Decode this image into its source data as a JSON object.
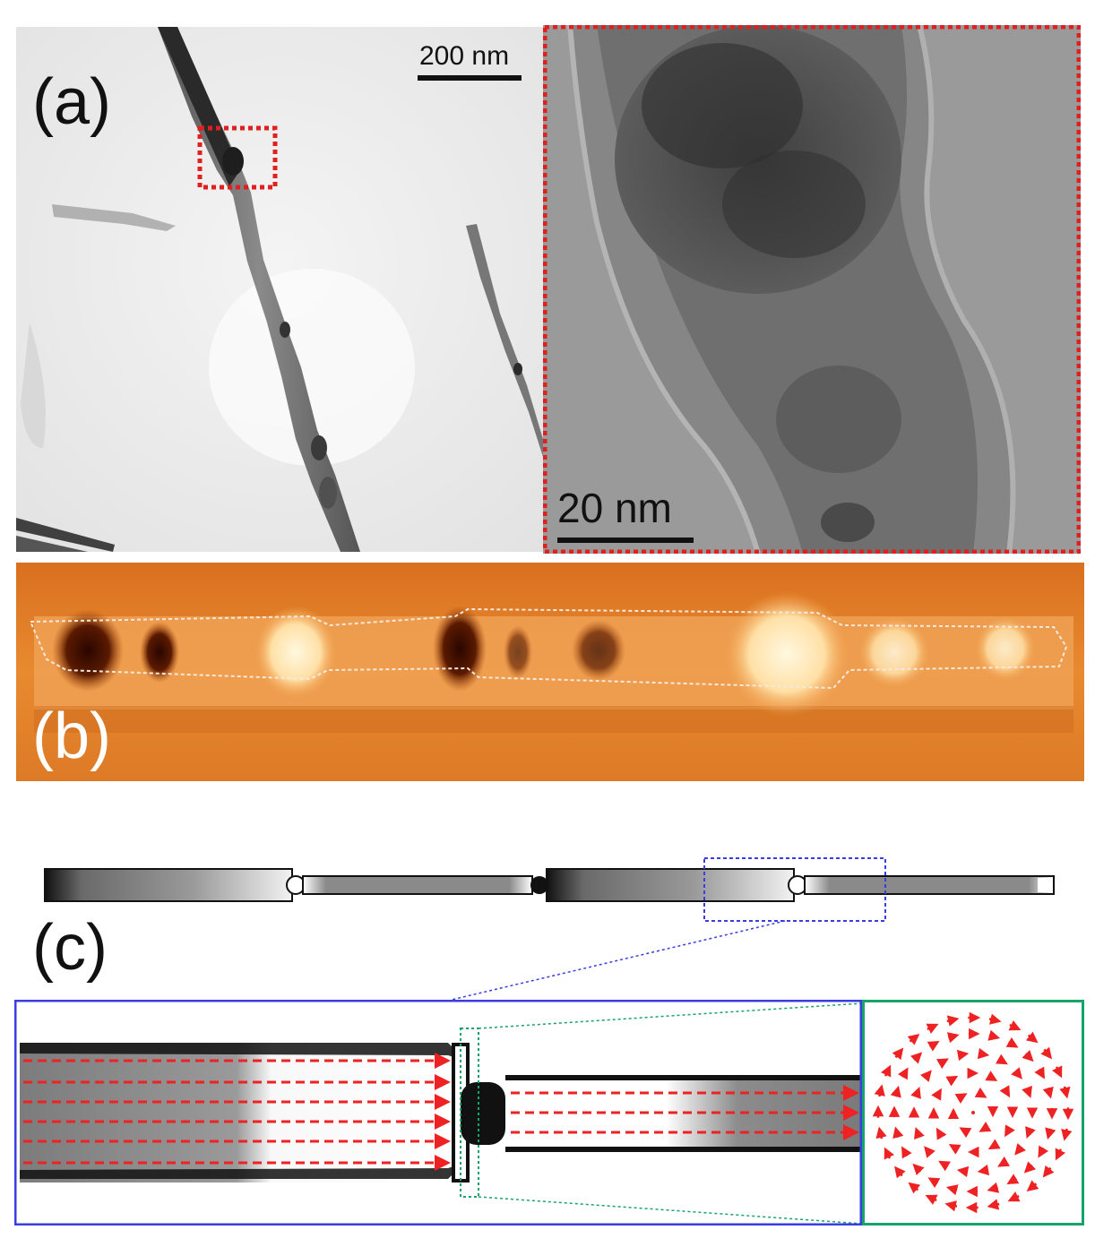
{
  "figure": {
    "panel_a": {
      "label": "(a)",
      "scale_bar": "200 nm",
      "inset_scale_bar": "20 nm"
    },
    "panel_b": {
      "label": "(b)"
    },
    "panel_c": {
      "label": "(c)"
    },
    "colors": {
      "selection_red": "#e0201e",
      "zoom_blue": "#3a3ee0",
      "zoom_green": "#17a46a",
      "mfm_dark": "#3a0a00",
      "mfm_bright": "#fff6d8",
      "mfm_base": "#e07f28",
      "vector_red": "#ee2222"
    }
  }
}
